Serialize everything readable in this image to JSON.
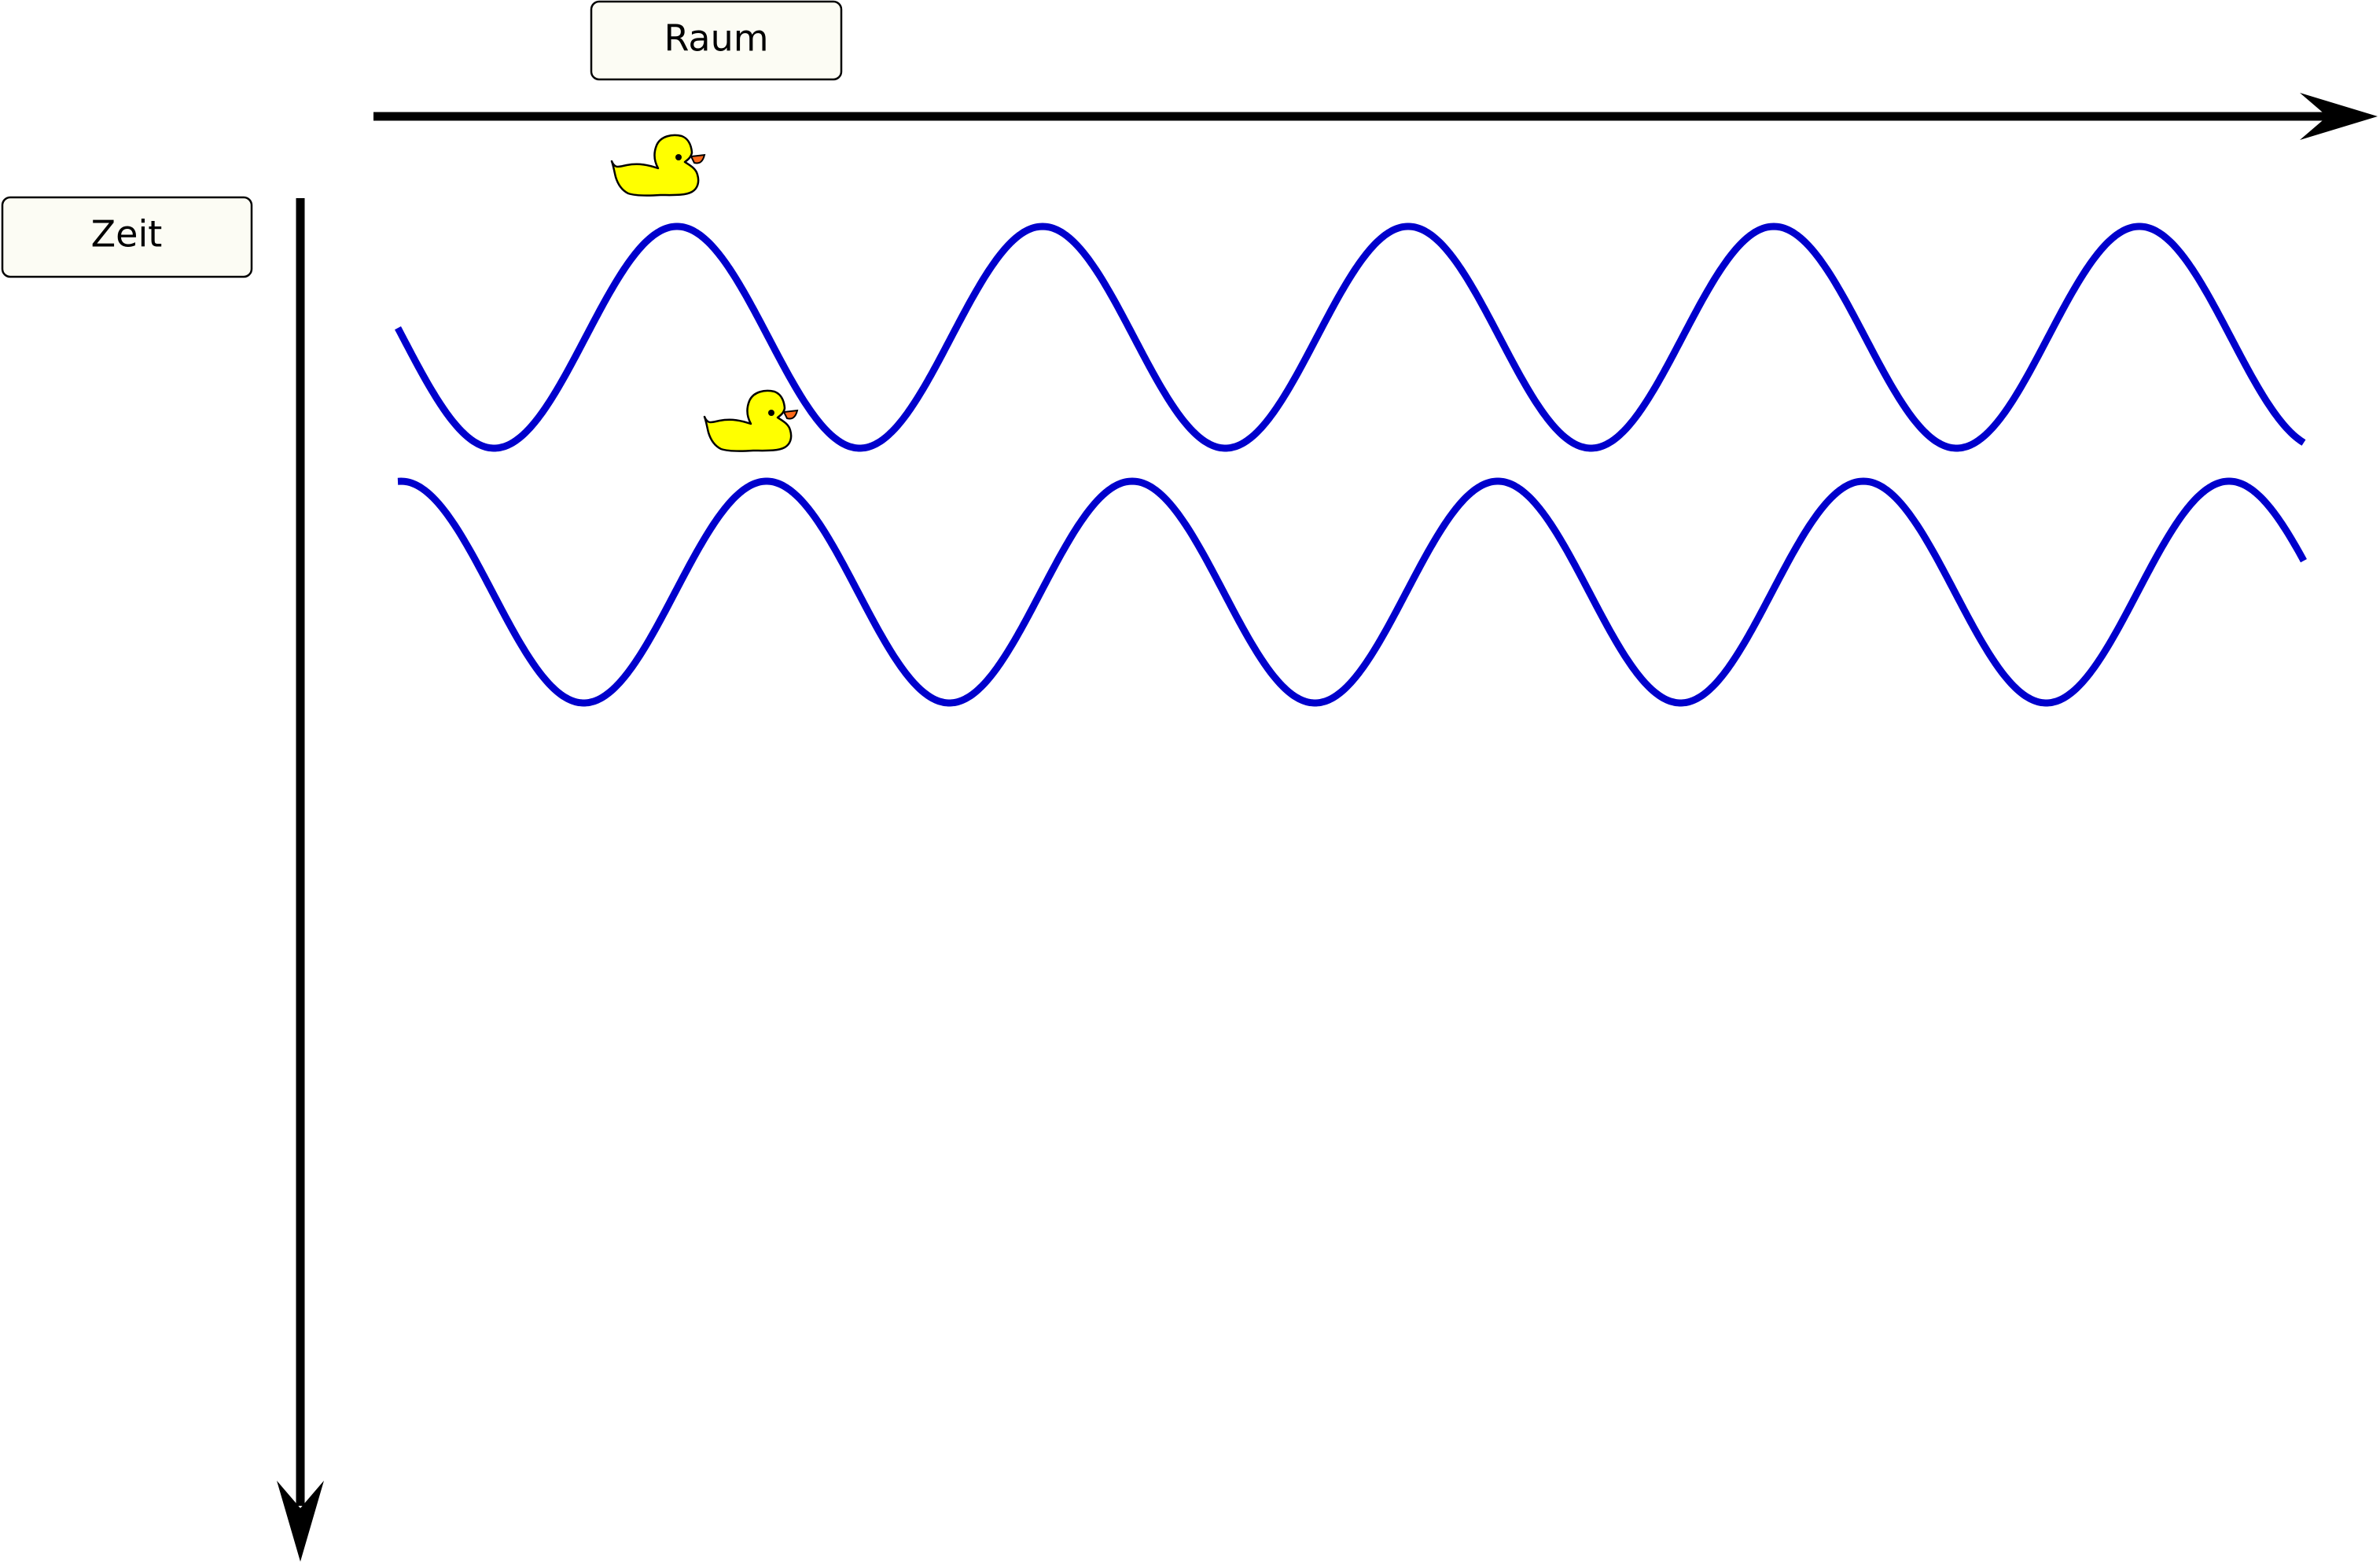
{
  "diagram": {
    "space_label": "Raum",
    "time_label": "Zeit",
    "wave_color": "#0000cc",
    "duck_color": "#ffff00",
    "beak_color": "#ff6a1a",
    "waves": [
      {
        "name": "wave-t1"
      },
      {
        "name": "wave-t2"
      }
    ],
    "ducks": [
      {
        "name": "duck-1"
      },
      {
        "name": "duck-2"
      }
    ]
  }
}
